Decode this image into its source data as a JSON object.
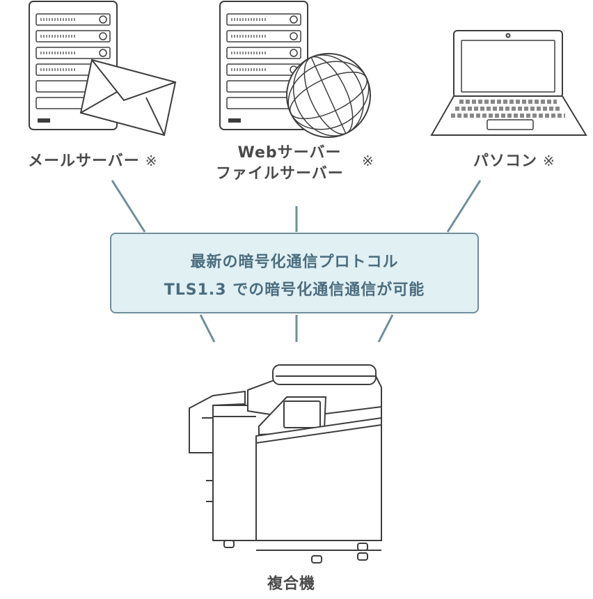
{
  "nodes": {
    "mail_server": {
      "label": "メールサーバー",
      "note": "※"
    },
    "web_server": {
      "label_line1": "Webサーバー",
      "label_line2": "ファイルサーバー",
      "note": "※"
    },
    "pc": {
      "label": "パソコン",
      "note": "※"
    },
    "mfp": {
      "label": "複合機"
    }
  },
  "center": {
    "line1": "最新の暗号化通信プロトコル",
    "line2": "TLS1.3 での暗号化通信通信が可能"
  },
  "colors": {
    "line": "#6e8f9a",
    "box_fill": "#e1f0f3",
    "box_text": "#4a6c7e",
    "label_text": "#4a4a4a",
    "icon_stroke": "#3d3d3d"
  },
  "icons": [
    "server-rack-icon",
    "envelope-icon",
    "globe-icon",
    "laptop-icon",
    "multifunction-printer-icon"
  ]
}
